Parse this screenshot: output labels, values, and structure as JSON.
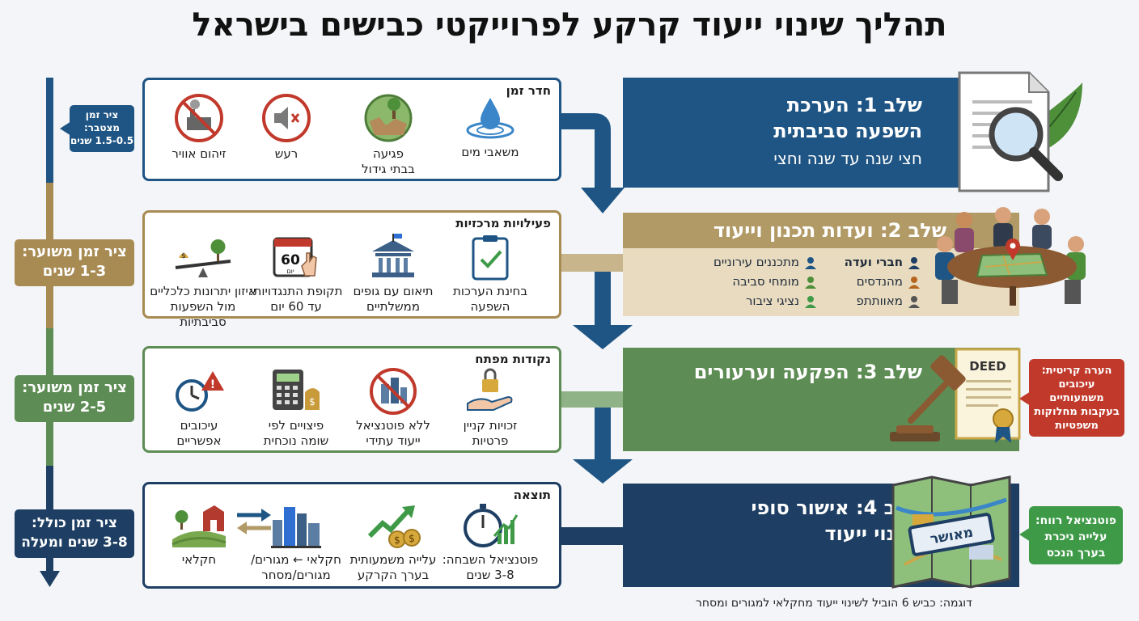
{
  "title": "תהליך שינוי ייעוד קרקע לפרוייקטי כבישים בישראל",
  "timeline": {
    "badge1": {
      "line1": "ציר זמן",
      "line2": "מצטבר:",
      "line3": "1.5-0.5 שנים"
    },
    "badge2": {
      "line1": "ציר זמן משוער:",
      "line2": "1-3 שנים"
    },
    "badge3": {
      "line1": "ציר זמן משוער:",
      "line2": "2-5 שנים"
    },
    "badge4": {
      "line1": "ציר זמן כולל:",
      "line2": "3-8 שנים ומעלה"
    }
  },
  "stage1": {
    "title_line1": "שלב 1: הערכת",
    "title_line2": "השפעה סביבתית",
    "subtitle": "חצי שנה עד שנה וחצי"
  },
  "stage2": {
    "title": "שלב 2: ועדות תכנון וייעוד",
    "members_header": "חברי ועדה",
    "members_col1": [
      "מהנדסים",
      "מאוותתפ"
    ],
    "members_col2": [
      "מתכננים עירוניים",
      "מומחי סביבה",
      "נציגי ציבור"
    ]
  },
  "stage3": {
    "title": "שלב 3: הפקעה וערעורים",
    "deed_label": "DEED"
  },
  "stage4": {
    "title_line1": "שלב 4: אישור סופי",
    "title_line2": "ושינוי ייעוד",
    "stamp": "מאושר"
  },
  "panel1": {
    "label": "חדר זמן",
    "items": [
      {
        "line1": "משאבי מים",
        "line2": ""
      },
      {
        "line1": "פגיעה",
        "line2": "בבתי גידול"
      },
      {
        "line1": "רעש",
        "line2": ""
      },
      {
        "line1": "זיהום אוויר",
        "line2": ""
      }
    ]
  },
  "panel2": {
    "label": "פעילויות מרכזיות",
    "calendar_number": "60",
    "calendar_unit": "יום",
    "items": [
      {
        "line1": "בחינת הערכות",
        "line2": "השפעה"
      },
      {
        "line1": "תיאום עם גופים",
        "line2": "ממשלתיים"
      },
      {
        "line1": "תקופת התנגדויות:",
        "line2": "עד 60 יום"
      },
      {
        "line1": "איזון יתרונות כלכליים",
        "line2": "מול השפעות סביבתיות"
      }
    ]
  },
  "panel3": {
    "label": "נקודות מפתח",
    "items": [
      {
        "line1": "זכויות קניין",
        "line2": "פרטיות"
      },
      {
        "line1": "ללא פוטנציאל",
        "line2": "ייעוד עתידי"
      },
      {
        "line1": "פיצויים לפי",
        "line2": "שומה נוכחית"
      },
      {
        "line1": "עיכובים",
        "line2": "אפשריים"
      }
    ]
  },
  "panel4": {
    "label": "תוצאה",
    "items": [
      {
        "line1": "פוטנציאל השבחה:",
        "line2": "3-8 שנים"
      },
      {
        "line1": "עלייה משמעותית",
        "line2": "בערך הקרקע"
      },
      {
        "line1": "חקלאי ← מגורים/",
        "line2": "מגורים/מסחר"
      },
      {
        "line1": "חקלאי",
        "line2": ""
      }
    ]
  },
  "notes": {
    "critical": {
      "line1": "הערה קריטית:",
      "line2": "עיכובים",
      "line3": "משמעותיים",
      "line4": "בעקבות מחלוקות",
      "line5": "משפטיות"
    },
    "profit": {
      "line1": "פוטנציאל רווח:",
      "line2": "עלייה ניכרת",
      "line3": "בערך הנכס"
    }
  },
  "footer": "דוגמה: כביש 6 הוביל לשינוי ייעוד מחקלאי למגורים ומסחר",
  "colors": {
    "blue": "#1f5584",
    "tan": "#b29a66",
    "green": "#5e8c55",
    "navy": "#1e3f63",
    "red": "#c0392b",
    "note_green": "#3f9a48"
  }
}
